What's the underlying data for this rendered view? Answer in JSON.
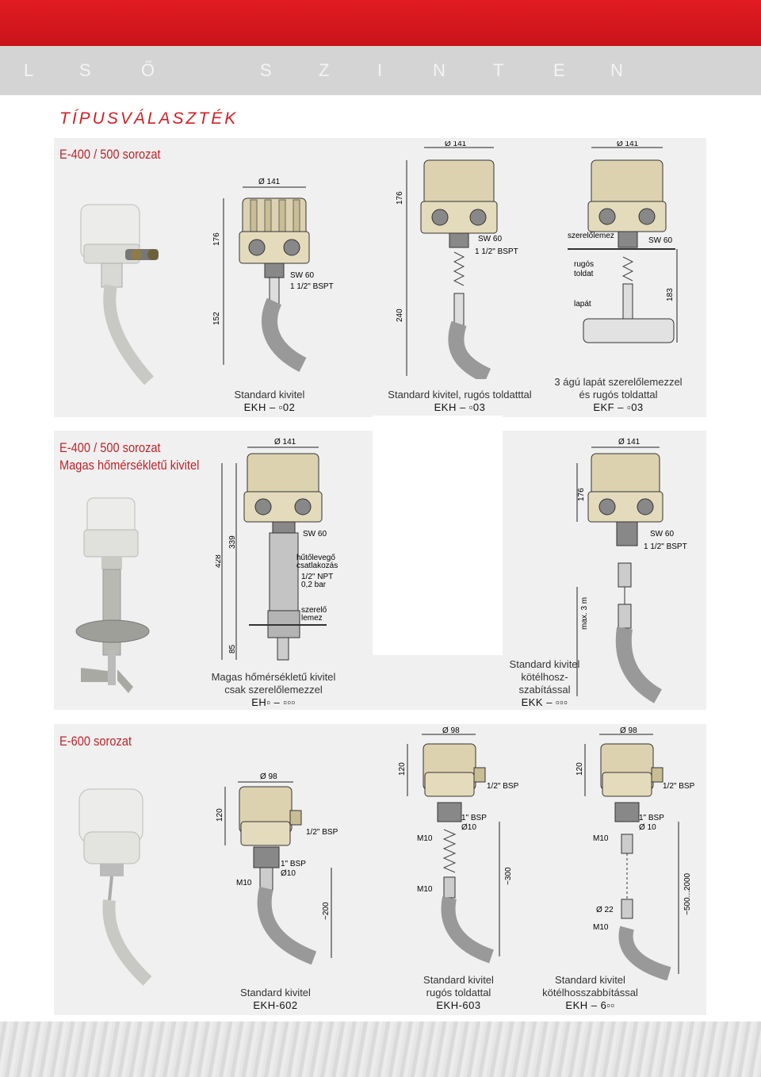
{
  "brand": {
    "letters": [
      "L",
      "S",
      "Ő",
      "",
      "S",
      "Z",
      "I",
      "N",
      "T",
      "E",
      "N"
    ],
    "color_red": "#d12026"
  },
  "page_title": "TÍPUSVÁLASZTÉK",
  "section1": {
    "title": "E-400 / 500 sorozat",
    "products": [
      {
        "caption_lines": [
          "Standard kivitel"
        ],
        "code": "EKH – ▫02"
      },
      {
        "caption_lines": [
          "Standard kivitel, rugós toldatttal"
        ],
        "code": "EKH – ▫03"
      },
      {
        "caption_lines": [
          "3 ágú lapát szerelőlemezzel",
          "és rugós toldattal"
        ],
        "code": "EKF – ▫03"
      }
    ],
    "drawing_labels": {
      "d1_top": "Ø 141",
      "d1_sw": "SW 60",
      "d1_bspt": "1 1/2\" BSPT",
      "d1_h1": "176",
      "d1_h2": "152",
      "d2_top": "Ø 141",
      "d2_h1": "176",
      "d2_sw": "SW 60",
      "d2_bspt": "1 1/2\" BSPT",
      "d2_h2": "240",
      "d3_top": "Ø 141",
      "d3_plate": "szerelőlemez",
      "d3_sw": "SW 60",
      "d3_spring1": "rugós",
      "d3_spring2": "toldat",
      "d3_paddle": "lapát",
      "d3_h": "183"
    }
  },
  "section2": {
    "title_line1": "E-400 / 500 sorozat",
    "title_line2": "Magas hőmérsékletű kivitel",
    "products": [
      {
        "caption_lines": [
          "Magas hőmérsékletű kivitel",
          "csak szerelőlemezzel"
        ],
        "code": "EH▫ – ▫▫▫"
      },
      {
        "caption_lines": [
          "Standard kivitel",
          "kötélhosz-",
          "szabítással"
        ],
        "code": "EKK – ▫▫▫"
      }
    ],
    "drawing_labels": {
      "d4_top": "Ø 141",
      "d4_sw": "SW 60",
      "d4_cool1": "hűtőlevegő",
      "d4_cool2": "csatlakozás",
      "d4_npt1": "1/2\" NPT",
      "d4_npt2": "0,2 bar",
      "d4_mount1": "szerelő",
      "d4_mount2": "lemez",
      "d4_h1": "428",
      "d4_h2": "339",
      "d4_h3": "85",
      "d5_top": "Ø 141",
      "d5_h1": "176",
      "d5_sw": "SW 60",
      "d5_bspt": "1 1/2\" BSPT",
      "d5_max": "max. 3 m"
    }
  },
  "section3": {
    "title": "E-600 sorozat",
    "products": [
      {
        "caption_lines": [
          "Standard kivitel"
        ],
        "code": "EKH-602"
      },
      {
        "caption_lines": [
          "Standard kivitel",
          "rugós toldattal"
        ],
        "code": "EKH-603"
      },
      {
        "caption_lines": [
          "Standard kivitel",
          "kötélhosszabbítással"
        ],
        "code": "EKH – 6▫▫"
      }
    ],
    "drawing_labels": {
      "d6_top": "Ø 98",
      "d6_h": "120",
      "d6_bsp": "1/2\" BSP",
      "d6_bsp1": "1\" BSP",
      "d6_d10": "Ø10",
      "d6_m10": "M10",
      "d6_len": "~200",
      "d7_top": "Ø 98",
      "d7_h": "120",
      "d7_bsp": "1/2\" BSP",
      "d7_bsp1": "1\" BSP",
      "d7_d10": "Ø10",
      "d7_m10a": "M10",
      "d7_m10b": "M10",
      "d7_len": "~300",
      "d8_top": "Ø 98",
      "d8_h": "120",
      "d8_bsp": "1/2\" BSP",
      "d8_bsp1": "1\" BSP",
      "d8_d10": "Ø 10",
      "d8_m10a": "M10",
      "d8_d22": "Ø 22",
      "d8_m10b": "M10",
      "d8_len": "~500...2000"
    }
  }
}
